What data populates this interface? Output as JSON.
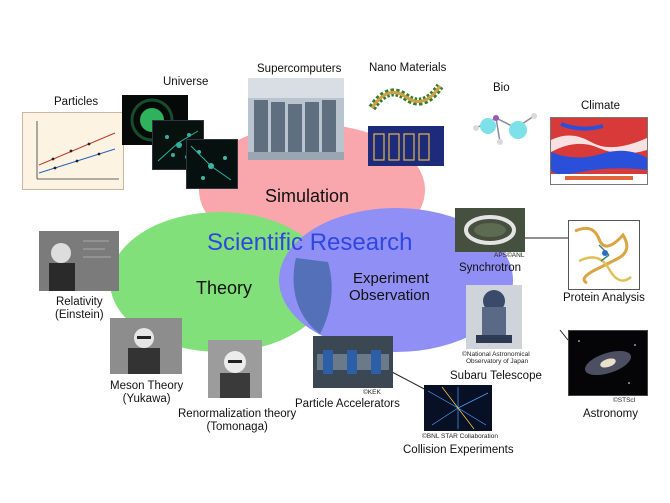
{
  "title": "Scientific Research",
  "circles": {
    "simulation": "Simulation",
    "theory": "Theory",
    "experiment_line1": "Experiment",
    "experiment_line2": "Observation"
  },
  "colors": {
    "simulation": "#f9a7ad",
    "theory": "#82e07a",
    "experiment": "#8f8ff5",
    "overlap": "#5470b8",
    "title": "#2f47e0"
  },
  "items": {
    "particles": "Particles",
    "universe": "Universe",
    "supercomputers": "Supercomputers",
    "nano": "Nano Materials",
    "bio": "Bio",
    "climate": "Climate",
    "relativity_line1": "Relativity",
    "relativity_line2": "(Einstein)",
    "meson_line1": "Meson Theory",
    "meson_line2": "(Yukawa)",
    "renorm_line1": "Renormalization theory",
    "renorm_line2": "(Tomonaga)",
    "synchrotron": "Synchrotron",
    "protein": "Protein Analysis",
    "subaru": "Subaru Telescope",
    "astronomy": "Astronomy",
    "accelerators": "Particle Accelerators",
    "collision": "Collision Experiments"
  },
  "credits": {
    "aps": "APS©ANL",
    "naoj_line1": "©National Astronomical",
    "naoj_line2": "Observatory of Japan",
    "kek": "©KEK",
    "stsci": "©STScI",
    "bnl": "©BNL STAR Collaboration"
  },
  "icons": {
    "particles": "particle-physics-plot-image",
    "universe": "universe-simulation-image",
    "supercomputers": "supercomputer-racks-image",
    "nano": "nanotube-image",
    "bio": "biomolecule-image",
    "climate": "climate-map-image",
    "einstein": "einstein-portrait-image",
    "yukawa": "yukawa-portrait-image",
    "tomonaga": "tomonaga-portrait-image",
    "synchrotron": "synchrotron-aerial-image",
    "protein": "protein-structure-image",
    "subaru": "subaru-telescope-image",
    "astronomy": "galaxy-image",
    "accelerators": "particle-accelerator-image",
    "collision": "collision-event-image"
  }
}
